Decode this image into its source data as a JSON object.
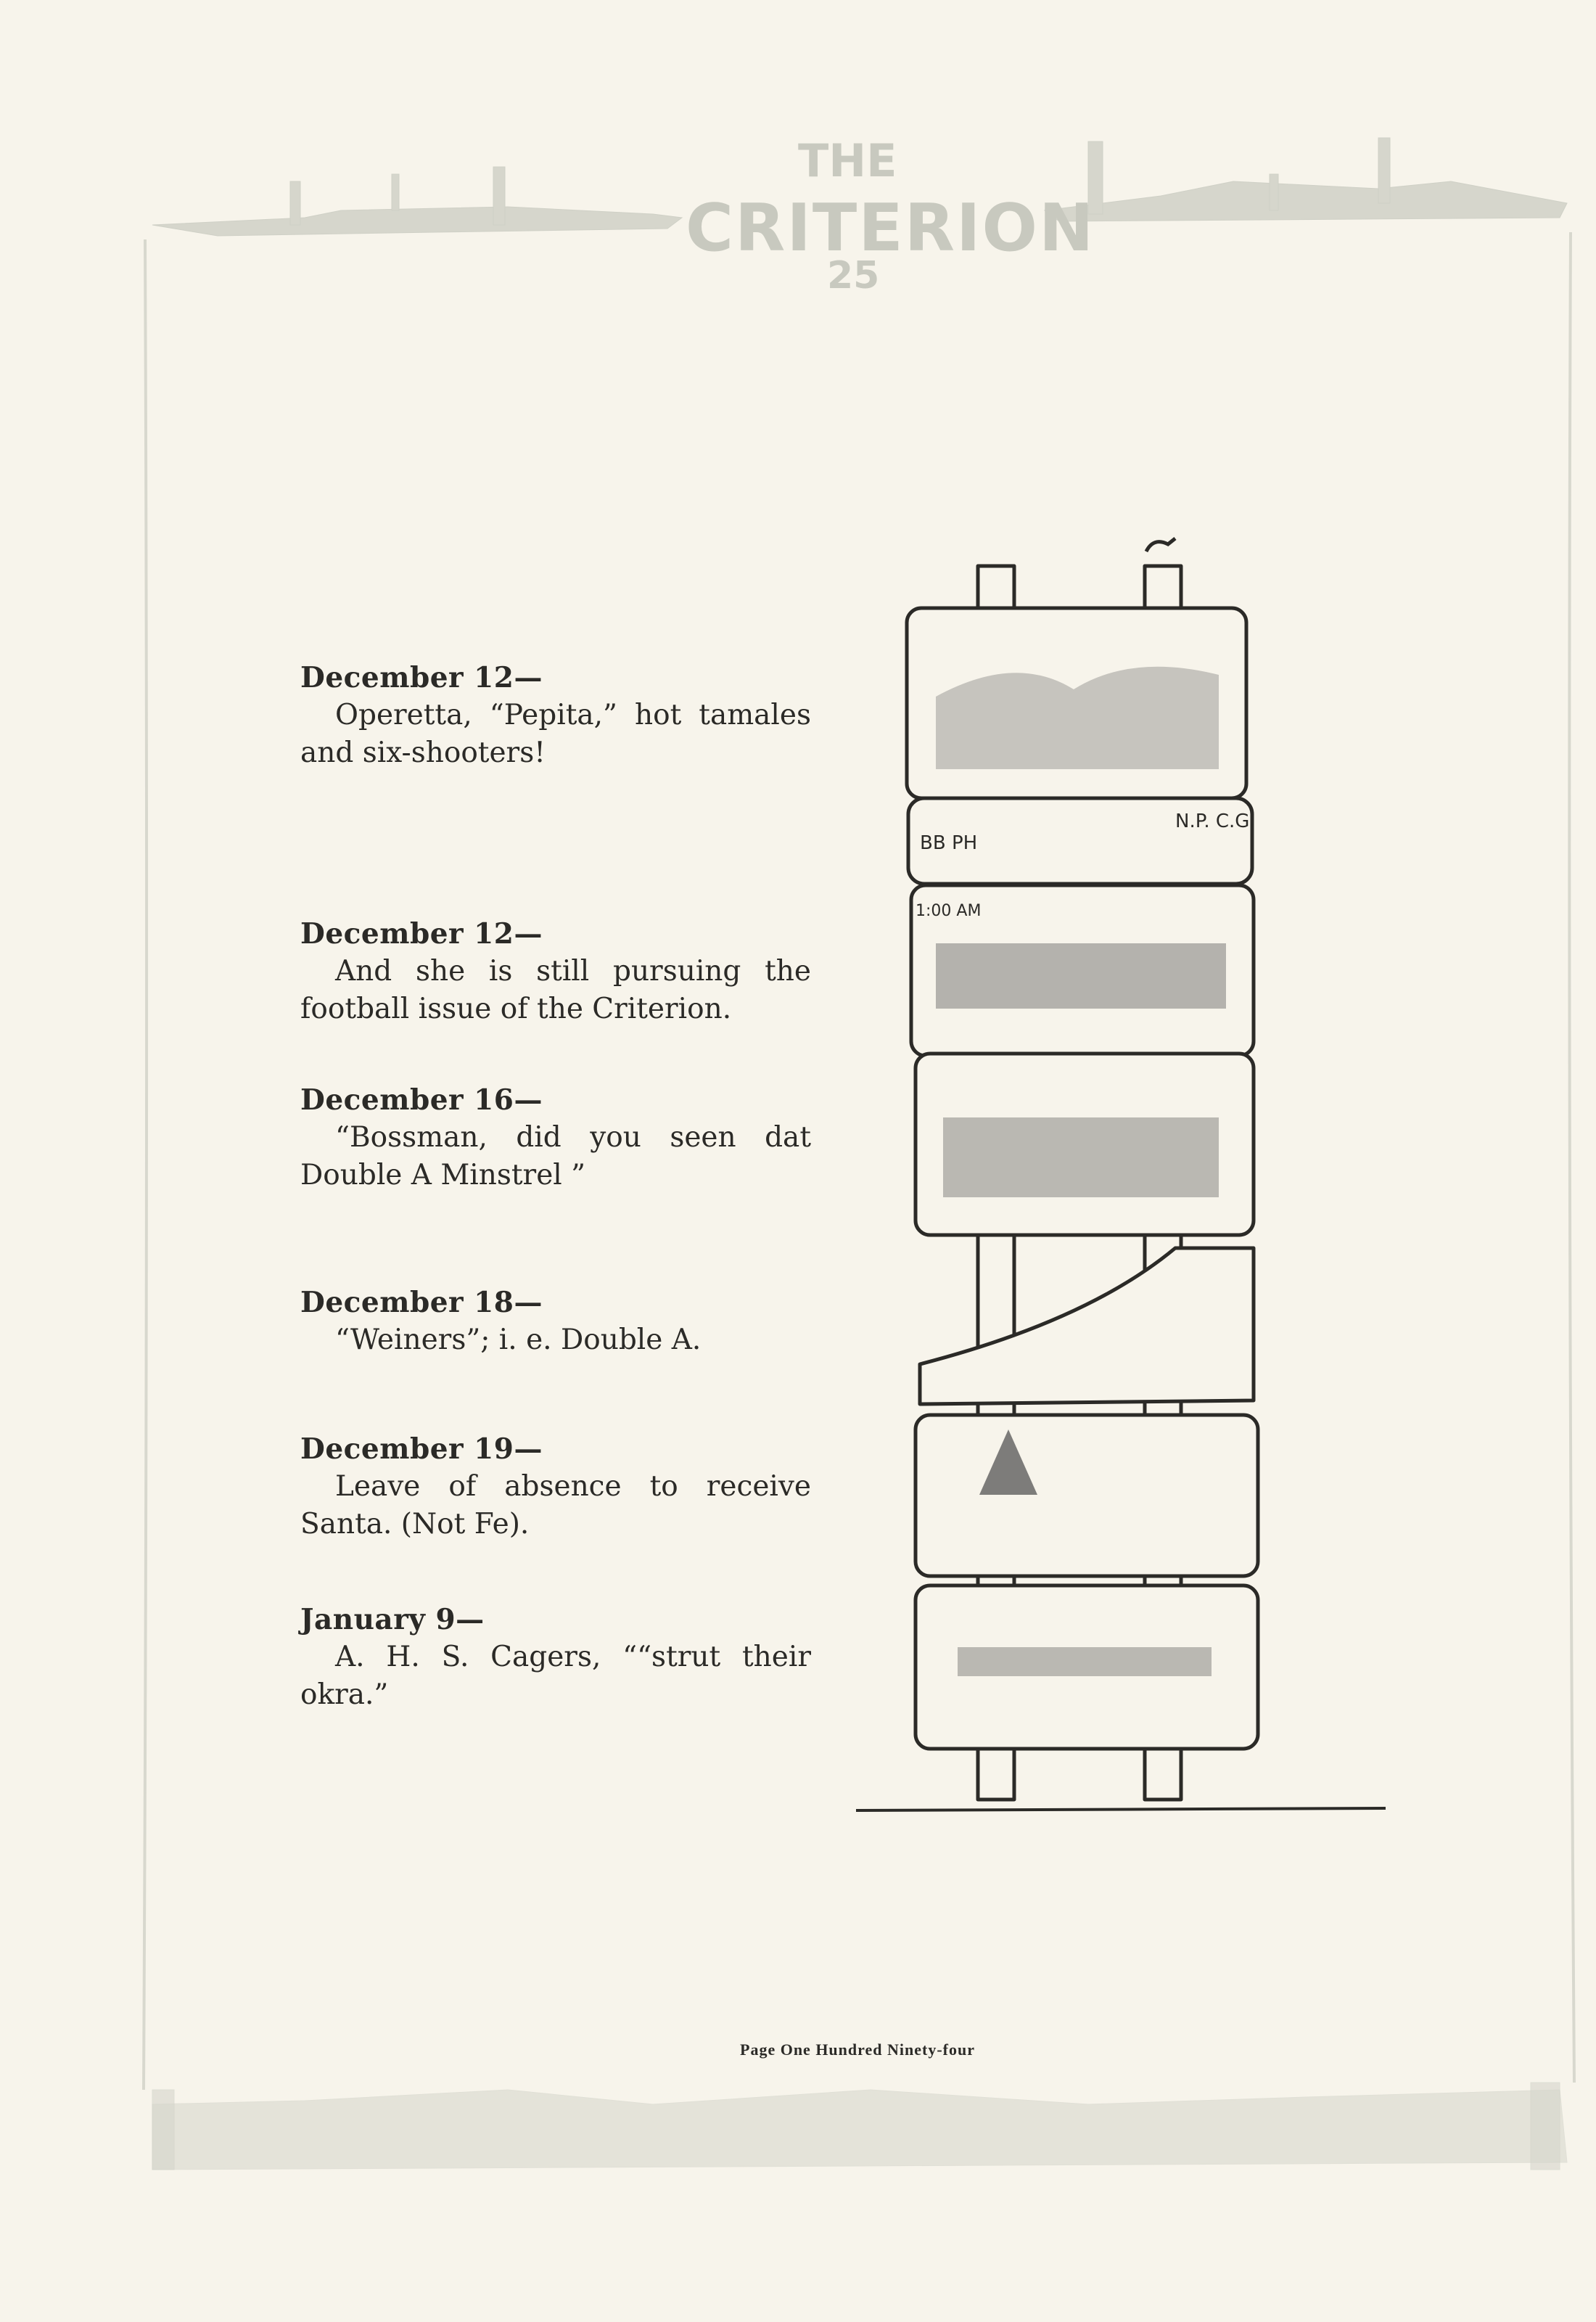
{
  "header": {
    "logo_top": "THE",
    "logo_main": "CRITERION",
    "logo_year": "25"
  },
  "entries": [
    {
      "date": "December 12—",
      "text": "Operetta, “Pepita,” hot tamales and six-shooters!"
    },
    {
      "date": "December 12—",
      "text": "And she is still pursuing the football issue of the Criterion."
    },
    {
      "date": "December 16—",
      "text": "“Bossman, did you seen dat Double A Minstrel ”"
    },
    {
      "date": "December 18—",
      "text": "“Weiners”; i. e.  Double A."
    },
    {
      "date": "December 19—",
      "text": "Leave of absence to receive Santa. (Not Fe)."
    },
    {
      "date": "January 9—",
      "text": "A. H. S. Cagers, ““strut their okra.”"
    }
  ],
  "illustration": {
    "sign_labels": [
      "BB PH",
      "N.P. C.G.",
      "1:00 AM"
    ]
  },
  "footer": {
    "page_label": "Page One Hundred Ninety-four"
  },
  "colors": {
    "paper": "#f7f4eb",
    "ink": "#2b2a27",
    "faded_ink": "#c8c9bf"
  }
}
